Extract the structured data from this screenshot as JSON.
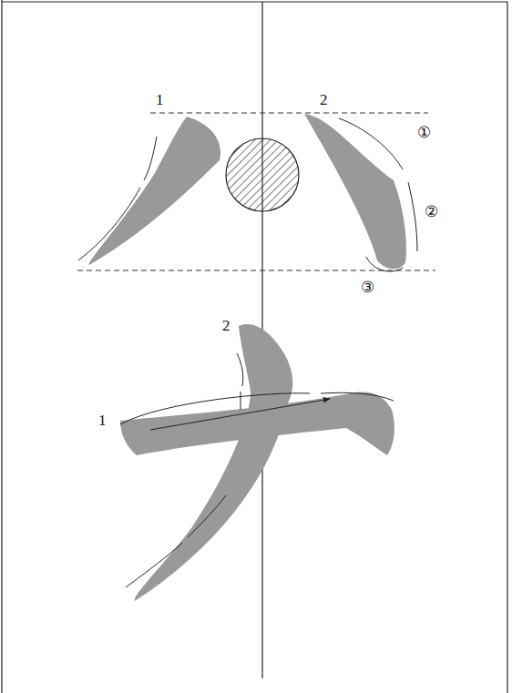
{
  "diagram": {
    "labels": [
      "1",
      "2",
      "①",
      "②",
      "③",
      "2",
      "1"
    ]
  }
}
